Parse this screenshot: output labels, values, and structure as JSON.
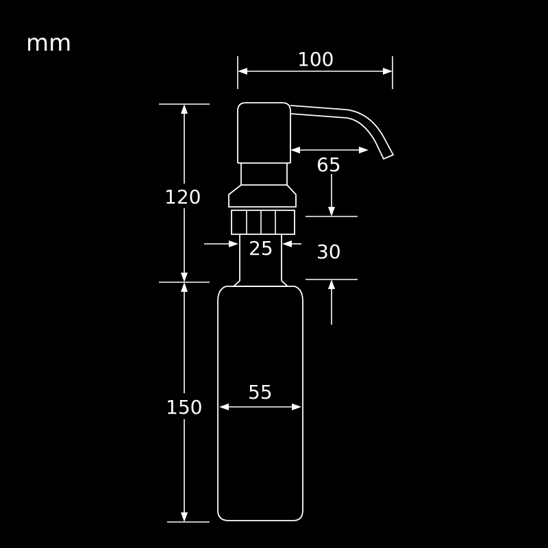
{
  "unit": "mm",
  "dimensions": {
    "top_width": "100",
    "spout_reach": "65",
    "top_height": "120",
    "neck_diameter": "25",
    "mount_thickness": "30",
    "bottle_diameter": "55",
    "bottle_height": "150"
  },
  "colors": {
    "background": "#000000",
    "line": "#ffffff"
  }
}
